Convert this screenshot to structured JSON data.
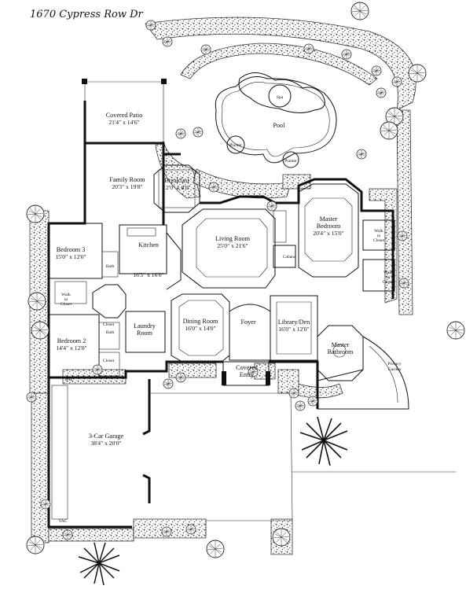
{
  "header": {
    "address": "1670 Cypress Row Dr"
  },
  "outdoor": {
    "spa": "Spa",
    "pool": "Pool",
    "planter_1": "Planter",
    "planter_2": "Planter",
    "privacy_garden_1": "Privacy",
    "privacy_garden_2": "Garden"
  },
  "rooms": {
    "covered_patio": {
      "name": "Covered Patio",
      "size": "21'4\" x 14'6\""
    },
    "family_room": {
      "name": "Family Room",
      "size": "20'3\" x 19'8\""
    },
    "breakfast": {
      "name": "Breakfast",
      "size": "12'0\" x 8'0\""
    },
    "kitchen": {
      "name": "Kitchen",
      "size": "16'3\" x 16'0\""
    },
    "bedroom_3": {
      "name": "Bedroom 3",
      "size": "15'0\" x 12'0\""
    },
    "bedroom_2": {
      "name": "Bedroom 2",
      "size": "14'4\" x 12'0\""
    },
    "living_room": {
      "name": "Living Room",
      "size": "25'0\" x 21'6\""
    },
    "master_bedroom": {
      "name_1": "Master",
      "name_2": "Bedroom",
      "size": "20'4\" x 15'0\""
    },
    "laundry_room": {
      "name_1": "Laundry",
      "name_2": "Room"
    },
    "dining_room": {
      "name": "Dining Room",
      "size": "16'0\" x 14'0\""
    },
    "foyer": {
      "name": "Foyer"
    },
    "library_den": {
      "name": "Library/Den",
      "size": "16'0\" x 12'0\""
    },
    "master_bathroom": {
      "name_1": "Master",
      "name_2": "Bathroom"
    },
    "covered_entry": {
      "name_1": "Covered",
      "name_2": "Entry"
    },
    "garage": {
      "name": "3-Car Garage",
      "size": "38'4\" x 20'0\""
    }
  },
  "small_labels": {
    "bath_1": "Bath",
    "bath_2": "Bath",
    "walk_in_closet_1": [
      "Walk",
      "in",
      "Closet"
    ],
    "walk_in_closet_2": [
      "Walk",
      "in",
      "Closet"
    ],
    "walk_in_closet_3": [
      "Walk",
      "in",
      "Closet"
    ],
    "closet_1": "Closet",
    "closet_2": "Closet",
    "cabana": "Cabana",
    "wh": "WH",
    "vac": "VAC"
  }
}
